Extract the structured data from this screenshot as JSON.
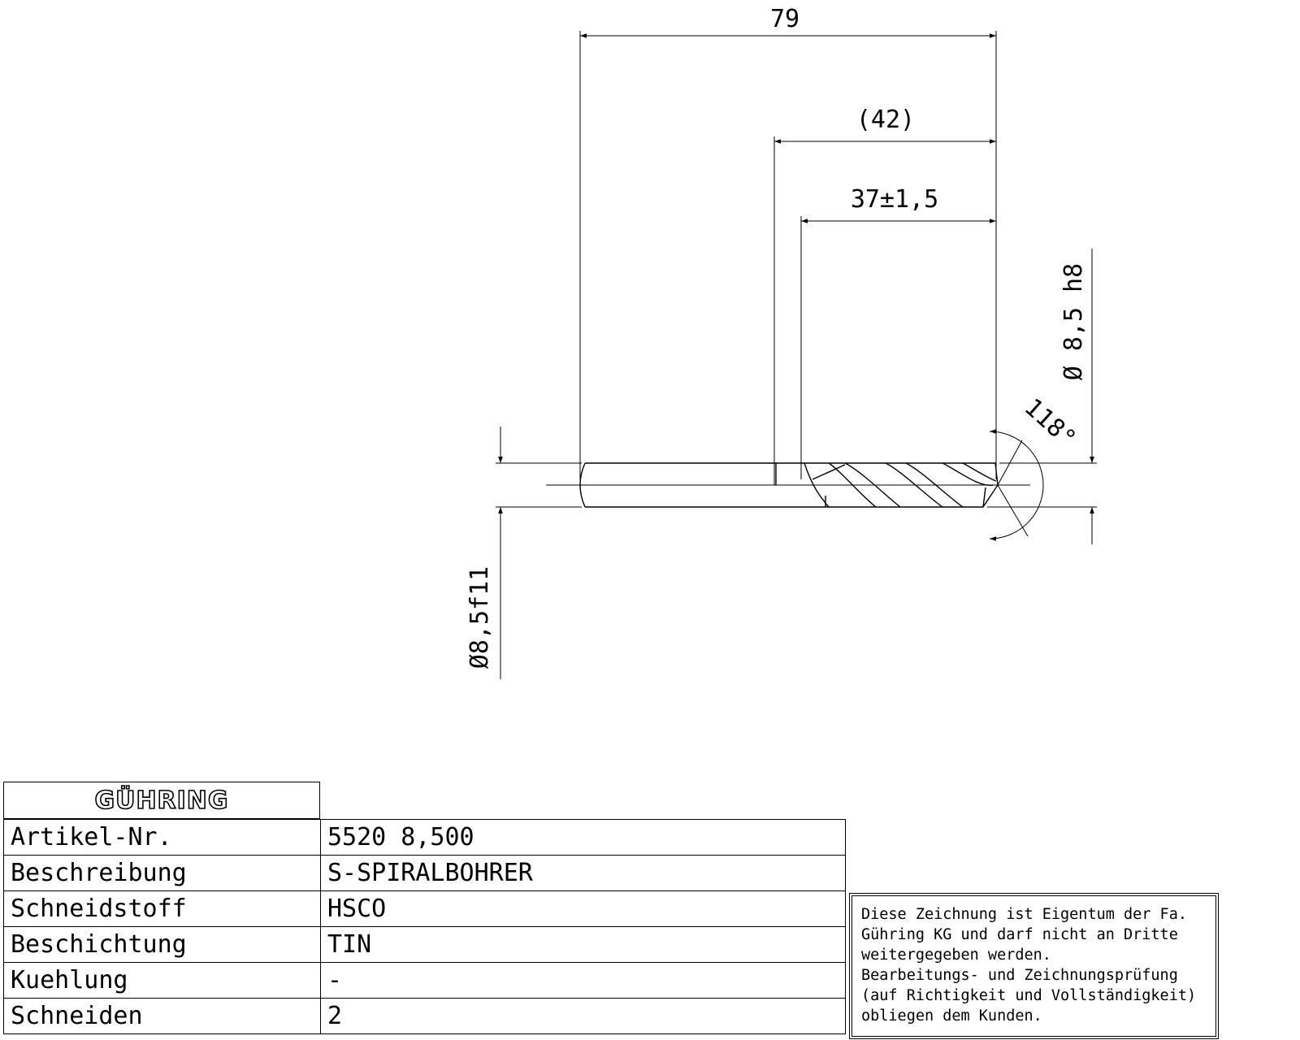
{
  "drawing": {
    "dim_total_length": "79",
    "dim_reference_length": "(42)",
    "dim_flute_length": "37±1,5",
    "dim_tip_diameter": "Ø 8,5 h8",
    "dim_shank_diameter": "Ø8,5f11",
    "dim_point_angle": "118°"
  },
  "title_block": {
    "logo": "GÜHRING",
    "rows": [
      {
        "label": "Artikel-Nr.",
        "value": "5520 8,500"
      },
      {
        "label": "Beschreibung",
        "value": "S-SPIRALBOHRER"
      },
      {
        "label": "Schneidstoff",
        "value": "HSCO"
      },
      {
        "label": "Beschichtung",
        "value": "TIN"
      },
      {
        "label": "Kuehlung",
        "value": "-"
      },
      {
        "label": "Schneiden",
        "value": "2"
      }
    ]
  },
  "notice": {
    "lines": [
      "Diese Zeichnung ist Eigentum der Fa.",
      "Gühring KG und darf nicht an Dritte",
      "weitergegeben werden.",
      "Bearbeitungs- und Zeichnungsprüfung",
      "(auf Richtigkeit und Vollständigkeit)",
      "obliegen dem Kunden."
    ]
  }
}
